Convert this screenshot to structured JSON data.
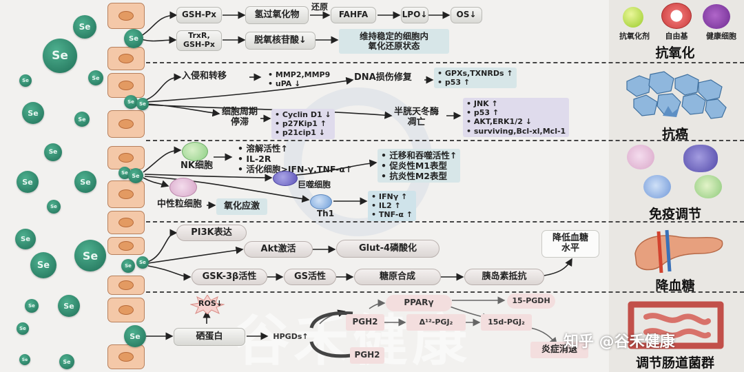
{
  "se_label": "Se",
  "antioxidant": {
    "gsh_px": "GSH-Px",
    "oxidants": "氢过氧化物",
    "reduce": "还原",
    "fahfa": "FAHFA",
    "lpo": "LPO↓",
    "os": "OS↓",
    "trxr": "TrxR,\nGSH-Px",
    "deoxy": "脱氧核苷酸↓",
    "redox": "维持稳定的细胞内\n氧化还原状态"
  },
  "anticancer": {
    "invasion": "入侵和转移",
    "invasion_items": [
      "MMP2,MMP9",
      "uPA ↓"
    ],
    "dna": "DNA损伤修复",
    "dna_items": [
      "GPXs,TXNRDs ↑",
      "p53 ↑"
    ],
    "cycle": "细胞周期\n停滞",
    "cycle_items": [
      "Cyclin D1 ↓",
      "p27Kip1 ↑",
      "p21cip1 ↓"
    ],
    "apoptosis": "半胱天冬酶\n凋亡",
    "apoptosis_items": [
      "JNK ↑",
      "p53 ↑",
      "AKT,ERK1/2 ↓",
      "surviving,Bcl-xl,Mcl-1"
    ]
  },
  "immune": {
    "nk": "NK细胞",
    "nk_items": [
      "溶解活性↑",
      "IL-2R",
      "活化细胞>IFN-γ,TNF-α↑"
    ],
    "macrophage": "巨噬细胞",
    "mac_items": [
      "迁移和吞噬活性↑",
      "促炎性M1表型",
      "抗炎性M2表型"
    ],
    "neutrophil": "中性粒细胞",
    "oxidative": "氧化应激",
    "th1": "Th1",
    "th1_items": [
      "IFNγ ↑",
      "IL2 ↑",
      "TNF-α ↑"
    ]
  },
  "glucose": {
    "pi3k": "PI3K表达",
    "akt": "Akt激活",
    "glut4": "Glut-4磷酸化",
    "gsk": "GSK-3β活性",
    "gs": "GS活性",
    "glycogen": "糖原合成",
    "insulin": "胰岛素抵抗",
    "lower": "降低血糖\n水平"
  },
  "gut": {
    "ros": "ROS↓",
    "seleno": "硒蛋白",
    "hpgds": "HPGDs↑",
    "pgh2a": "PGH2",
    "pgh2b": "PGH2",
    "ppar": "PPARγ",
    "pgdh": "15-PGDH",
    "pgj2": "Δ¹²-PGJ₂",
    "dpgj2": "15d-PGJ₂",
    "inflam": "炎症消退"
  },
  "right": {
    "legend": [
      "抗氧化剂",
      "自由基",
      "健康细胞"
    ],
    "titles": [
      "抗氧化",
      "抗癌",
      "免疫调节",
      "降血糖",
      "调节肠道菌群"
    ]
  },
  "watermark": "谷禾健康",
  "signature": "知乎 @谷禾健康",
  "colors": {
    "se": "#2a8a6b",
    "cell": "#f4c8a8",
    "teal_box": "#d7e6e8",
    "purple_box": "#dfdbec"
  }
}
